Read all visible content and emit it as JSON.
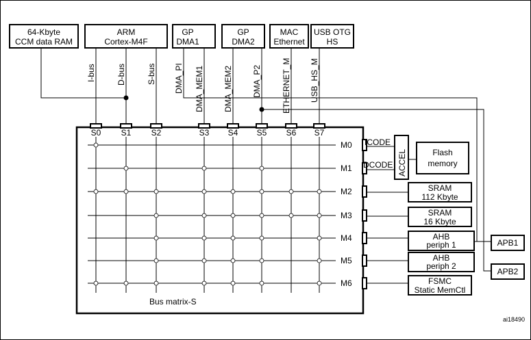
{
  "masters": {
    "ccm": {
      "line1": "64-Kbyte",
      "line2": "CCM data RAM"
    },
    "cpu": {
      "line1": "ARM",
      "line2": "Cortex-M4F"
    },
    "dma1": {
      "line1": "GP",
      "line2": "DMA1"
    },
    "dma2": {
      "line1": "GP",
      "line2": "DMA2"
    },
    "mac": {
      "line1": "MAC",
      "line2": "Ethernet"
    },
    "usb": {
      "line1": "USB OTG",
      "line2": "HS"
    }
  },
  "bus_labels": {
    "ibus": "I-bus",
    "dbus": "D-bus",
    "sbus": "S-bus",
    "dma_pi": "DMA_PI",
    "dma_mem1": "DMA_MEM1",
    "dma_mem2": "DMA_MEM2",
    "dma_p2": "DMA_P2",
    "ethernet_m": "ETHERNET_M",
    "usb_hs_m": "USB_HS_M"
  },
  "slave_ports": [
    "S0",
    "S1",
    "S2",
    "S3",
    "S4",
    "S5",
    "S6",
    "S7"
  ],
  "master_ports": [
    "M0",
    "M1",
    "M2",
    "M3",
    "M4",
    "M5",
    "M6"
  ],
  "matrix_label": "Bus matrix-S",
  "icode": "ICODE",
  "dcode": "DCODE",
  "accel": "ACCEL",
  "flash": {
    "line1": "Flash",
    "line2": "memory"
  },
  "sram1": {
    "line1": "SRAM",
    "line2": "112 Kbyte"
  },
  "sram2": {
    "line1": "SRAM",
    "line2": "16 Kbyte"
  },
  "ahb1": {
    "line1": "AHB",
    "line2": "periph 1"
  },
  "ahb2": {
    "line1": "AHB",
    "line2": "periph 2"
  },
  "fsmc": {
    "line1": "FSMC",
    "line2": "Static MemCtl"
  },
  "apb1": "APB1",
  "apb2": "APB2",
  "ref": "ai18490"
}
